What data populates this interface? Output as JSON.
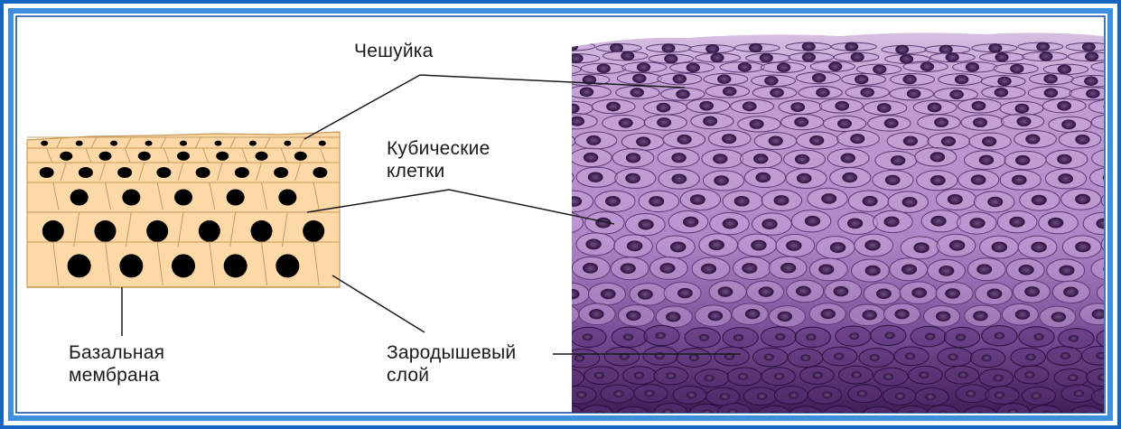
{
  "colors": {
    "frame_outer": "#1565c0",
    "frame_inner": "#3f8fe0",
    "background": "#ffffff",
    "cell_fill": "#fdd9a8",
    "cell_border": "#c79a5a",
    "nucleus": "#000000",
    "tissue_light": "#c9a6d8",
    "tissue_mid": "#a77bbf",
    "tissue_dark": "#3e1f55"
  },
  "labels": {
    "scale": "Чешуйка",
    "cubic_line1": "Кубические",
    "cubic_line2": "клетки",
    "basal_line1": "Базальная",
    "basal_line2": "мембрана",
    "germ_line1": "Зародышевый",
    "germ_line2": "слой"
  }
}
